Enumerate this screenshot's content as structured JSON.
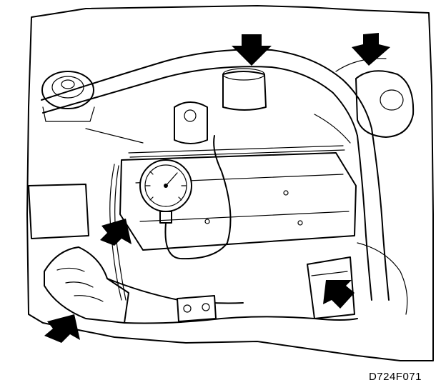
{
  "figure": {
    "code": "D724F071"
  },
  "callouts": [
    {
      "id": "top-center",
      "direction": "down"
    },
    {
      "id": "top-right",
      "direction": "down-left"
    },
    {
      "id": "left-middle",
      "direction": "up-right"
    },
    {
      "id": "bottom-left",
      "direction": "up-right"
    },
    {
      "id": "bottom-right",
      "direction": "up-left"
    }
  ]
}
